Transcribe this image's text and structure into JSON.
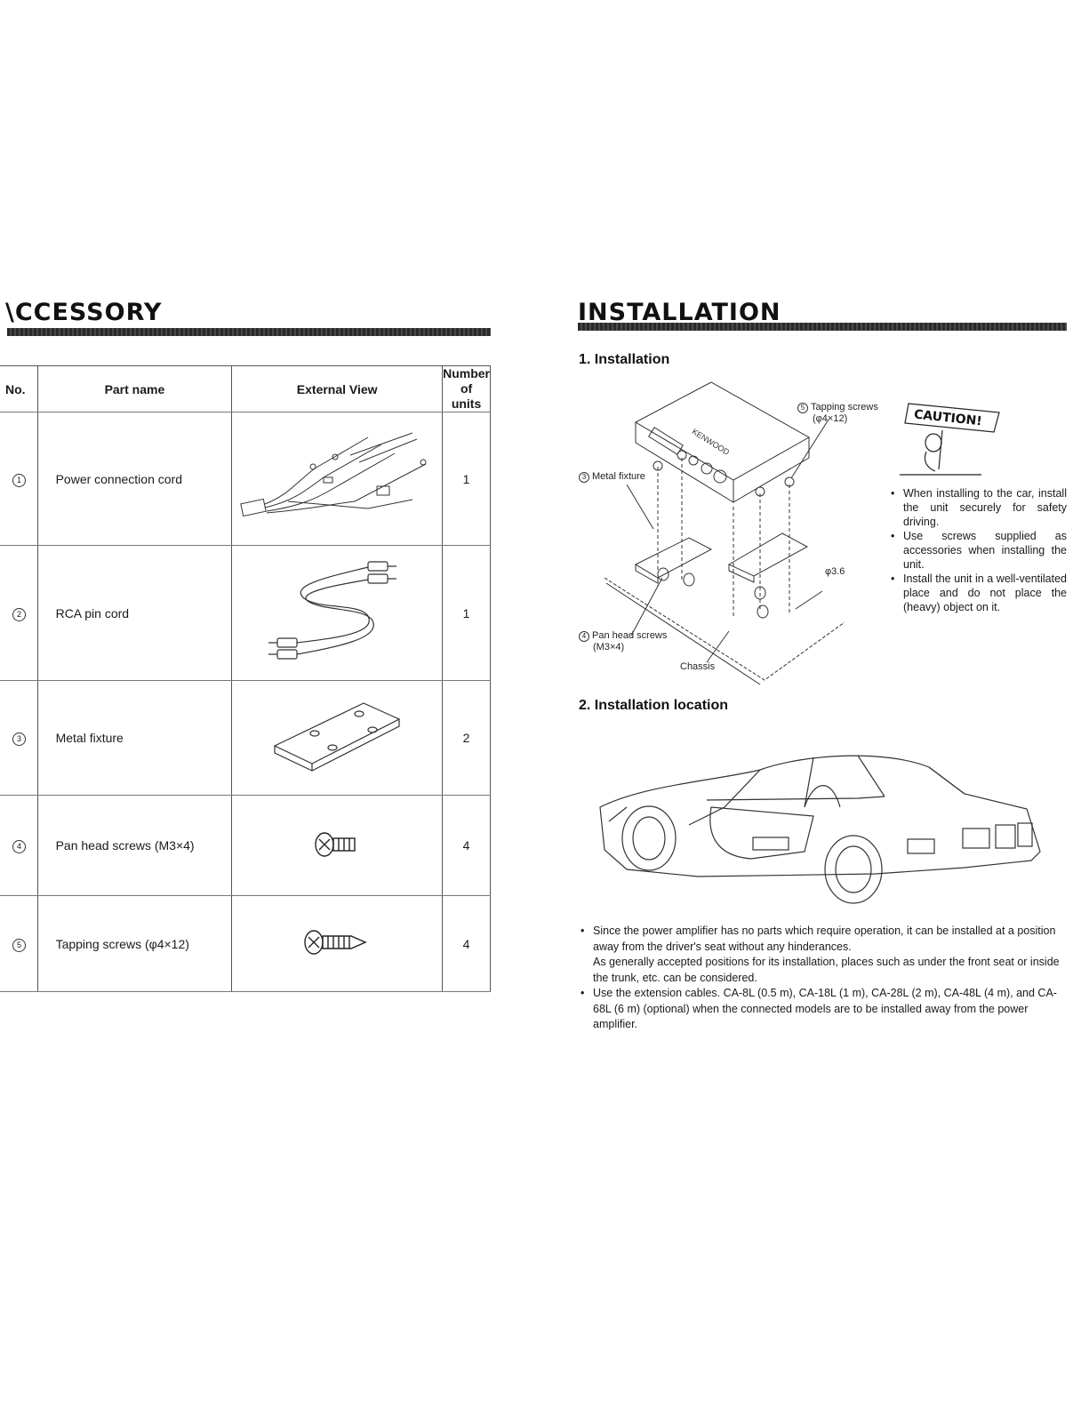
{
  "accessory": {
    "title": "\\CCESSORY",
    "columns": {
      "no": "No.",
      "part": "Part name",
      "view": "External View",
      "count_line1": "Number of",
      "count_line2": "units"
    },
    "rows": [
      {
        "no": "1",
        "part": "Power connection cord",
        "count": "1",
        "icon": "power-cord-illustration"
      },
      {
        "no": "2",
        "part": "RCA pin cord",
        "count": "1",
        "icon": "rca-cord-illustration"
      },
      {
        "no": "3",
        "part": "Metal fixture",
        "count": "2",
        "icon": "metal-fixture-illustration"
      },
      {
        "no": "4",
        "part": "Pan head screws (M3×4)",
        "count": "4",
        "icon": "pan-head-screw-illustration"
      },
      {
        "no": "5",
        "part": "Tapping screws (φ4×12)",
        "count": "4",
        "icon": "tapping-screw-illustration"
      }
    ]
  },
  "installation": {
    "title": "INSTALLATION",
    "section1": "1. Installation",
    "diagram_labels": {
      "tapping_no": "5",
      "tapping": "Tapping screws",
      "tapping_size": "(φ4×12)",
      "metal_no": "3",
      "metal": "Metal fixture",
      "pan_no": "4",
      "pan": "Pan head screws",
      "pan_size": "(M3×4)",
      "chassis": "Chassis",
      "hole": "φ3.6",
      "brand": "KENWOOD"
    },
    "caution_sign": "CAUTION!",
    "caution_notes": [
      "When installing to the car, install the unit securely for safety driving.",
      "Use screws supplied as accessories when installing the unit.",
      "Install the unit in a well-ventilated place and do not place the (heavy) object on it."
    ],
    "section2": "2. Installation location",
    "location_notes": [
      {
        "p1": "Since the power amplifier has no parts which require operation, it can be installed at a position away from the driver's seat without any hinderances.",
        "p2": "As generally accepted positions for its installation, places such as under the front seat or inside the trunk, etc. can be considered."
      },
      {
        "p1": "Use the extension cables. CA-8L (0.5 m), CA-18L (1 m), CA-28L (2 m), CA-48L (4 m), and CA-68L (6 m) (optional) when the connected models are to be installed away from the power amplifier."
      }
    ]
  }
}
